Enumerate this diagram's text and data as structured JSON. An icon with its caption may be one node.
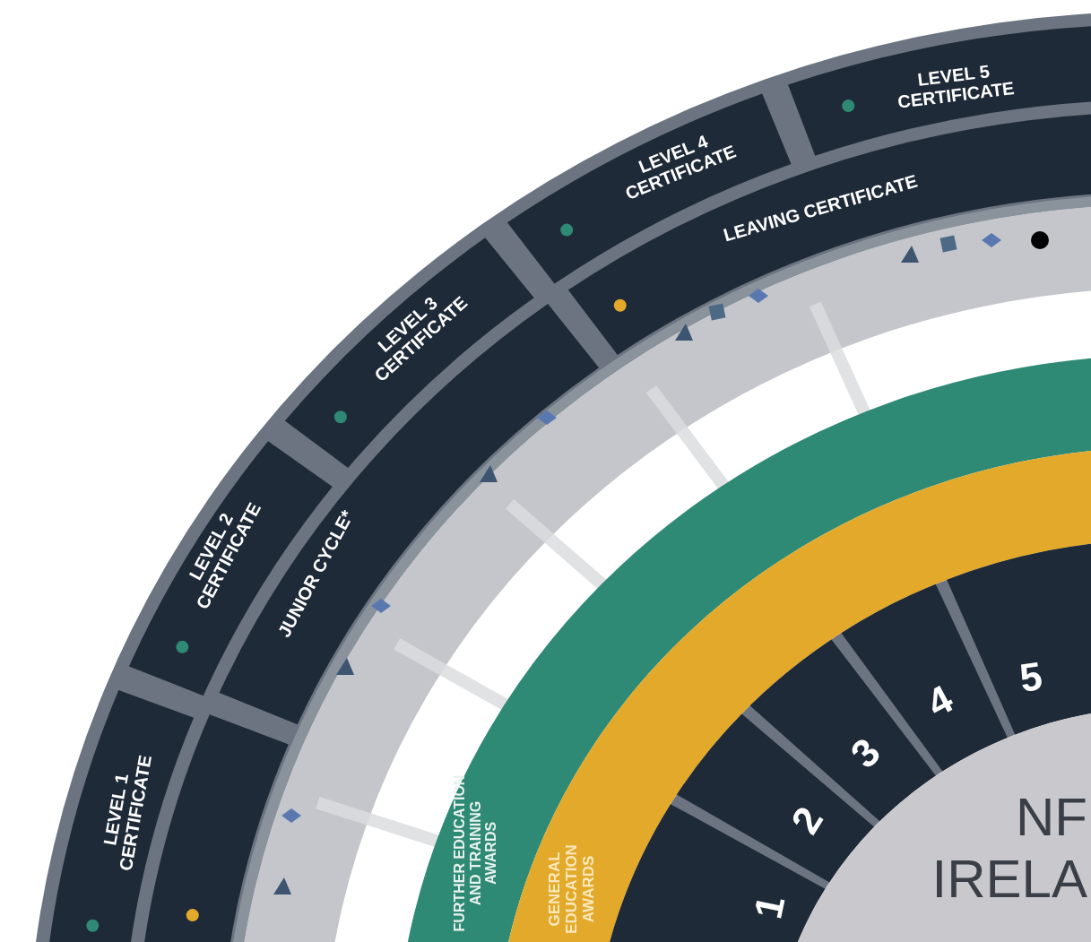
{
  "diagram": {
    "nodes": [
      {
        "text": [
          "LEVEL 1 CERTIFICATE"
        ]
      },
      {
        "text": [
          "LEVEL 2 CERTIFICATE"
        ]
      },
      {
        "text": [
          "LEVEL 3 CERTIFICATE"
        ]
      },
      {
        "text": [
          "LEVEL 4 CERTIFICATE"
        ]
      },
      {
        "text": [
          "LEVEL 5 CERTIFICATE"
        ]
      },
      {
        "text": [],
        "shape": "bar"
      },
      {
        "text": [
          "JUNIOR CYCLE*"
        ]
      },
      {
        "text": [
          "LEAVING CERTIFICATE"
        ]
      },
      {
        "text": [
          "FURTHER EDUCATION AND TRAINING AWARDS"
        ]
      },
      {
        "text": [
          "GENERAL EDUCATION AWARDS"
        ]
      },
      {
        "text": [
          "1"
        ]
      },
      {
        "text": [
          "2"
        ]
      },
      {
        "text": [
          "3"
        ]
      },
      {
        "text": [
          "4"
        ]
      },
      {
        "text": [
          "5"
        ]
      },
      {
        "text": [
          "NF IRELA"
        ]
      }
    ]
  }
}
